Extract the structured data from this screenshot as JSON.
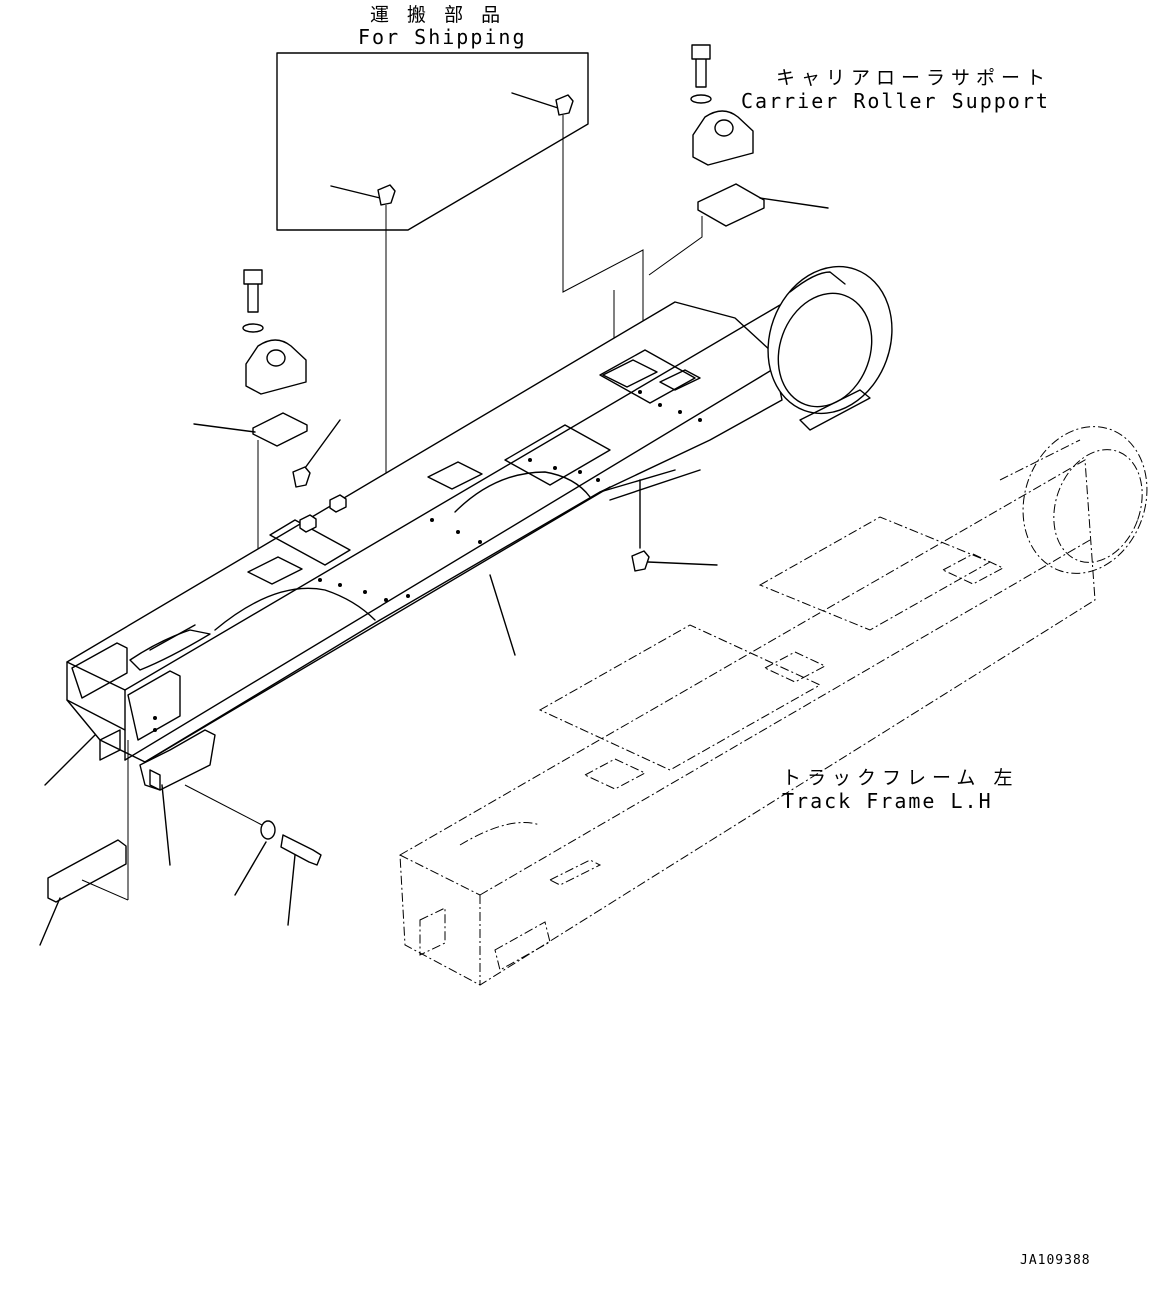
{
  "labels": {
    "shipping_jp": "運 搬 部 品",
    "shipping_en": "For Shipping",
    "carrier_jp": "キャリアローラサポート",
    "carrier_en": "Carrier Roller Support",
    "track_jp": "トラックフレーム 左",
    "track_en": "Track Frame L.H",
    "drawing_code": "JA109388"
  }
}
